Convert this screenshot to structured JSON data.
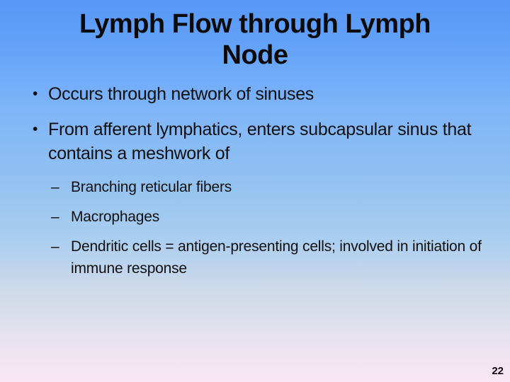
{
  "slide": {
    "title_lines": [
      "Lymph Flow through Lymph",
      "Node"
    ],
    "marker_level1": "•",
    "marker_level2": "–",
    "bullets": [
      {
        "level": 1,
        "text": "Occurs through network of sinuses"
      },
      {
        "level": 1,
        "text": "From afferent lymphatics, enters subcapsular sinus that contains a meshwork of"
      },
      {
        "level": 2,
        "text": "Branching reticular fibers"
      },
      {
        "level": 2,
        "text": "Macrophages"
      },
      {
        "level": 2,
        "text": "Dendritic cells = antigen-presenting cells; involved in initiation of immune response"
      }
    ],
    "page_number": "22"
  },
  "colors": {
    "background_top": "#5697f7",
    "background_middle": "#a9cdef",
    "background_bottom": "#f9e8f4",
    "text": "#101010"
  }
}
